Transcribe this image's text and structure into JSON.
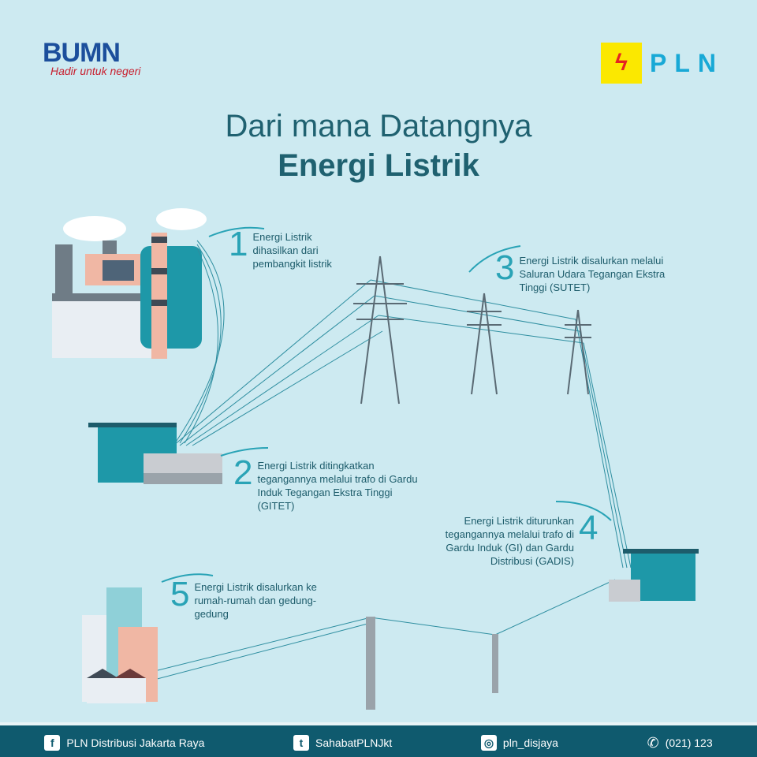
{
  "header": {
    "bumn": "BUMN",
    "bumn_tagline": "Hadir untuk negeri",
    "pln": "PLN"
  },
  "title": {
    "line1": "Dari mana Datangnya",
    "line2": "Energi Listrik"
  },
  "steps": [
    {
      "num": "1",
      "text": "Energi Listrik dihasilkan dari pembangkit listrik"
    },
    {
      "num": "2",
      "text": "Energi Listrik ditingkatkan tegangannya melalui trafo di Gardu Induk Tegangan Ekstra Tinggi (GITET)"
    },
    {
      "num": "3",
      "text": "Energi Listrik disalurkan melalui Saluran Udara Tegangan Ekstra Tinggi (SUTET)"
    },
    {
      "num": "4",
      "text": "Energi Listrik diturunkan tegangannya melalui trafo di Gardu Induk (GI) dan Gardu Distribusi (GADIS)"
    },
    {
      "num": "5",
      "text": "Energi Listrik disalurkan ke rumah-rumah dan gedung-gedung"
    }
  ],
  "footer": {
    "facebook": "PLN Distribusi Jakarta Raya",
    "twitter": "SahabatPLNJkt",
    "instagram": "pln_disjaya",
    "phone": "(021) 123"
  },
  "colors": {
    "background": "#cdeaf1",
    "footer": "#0f5a6e",
    "accent": "#29a3b6"
  }
}
